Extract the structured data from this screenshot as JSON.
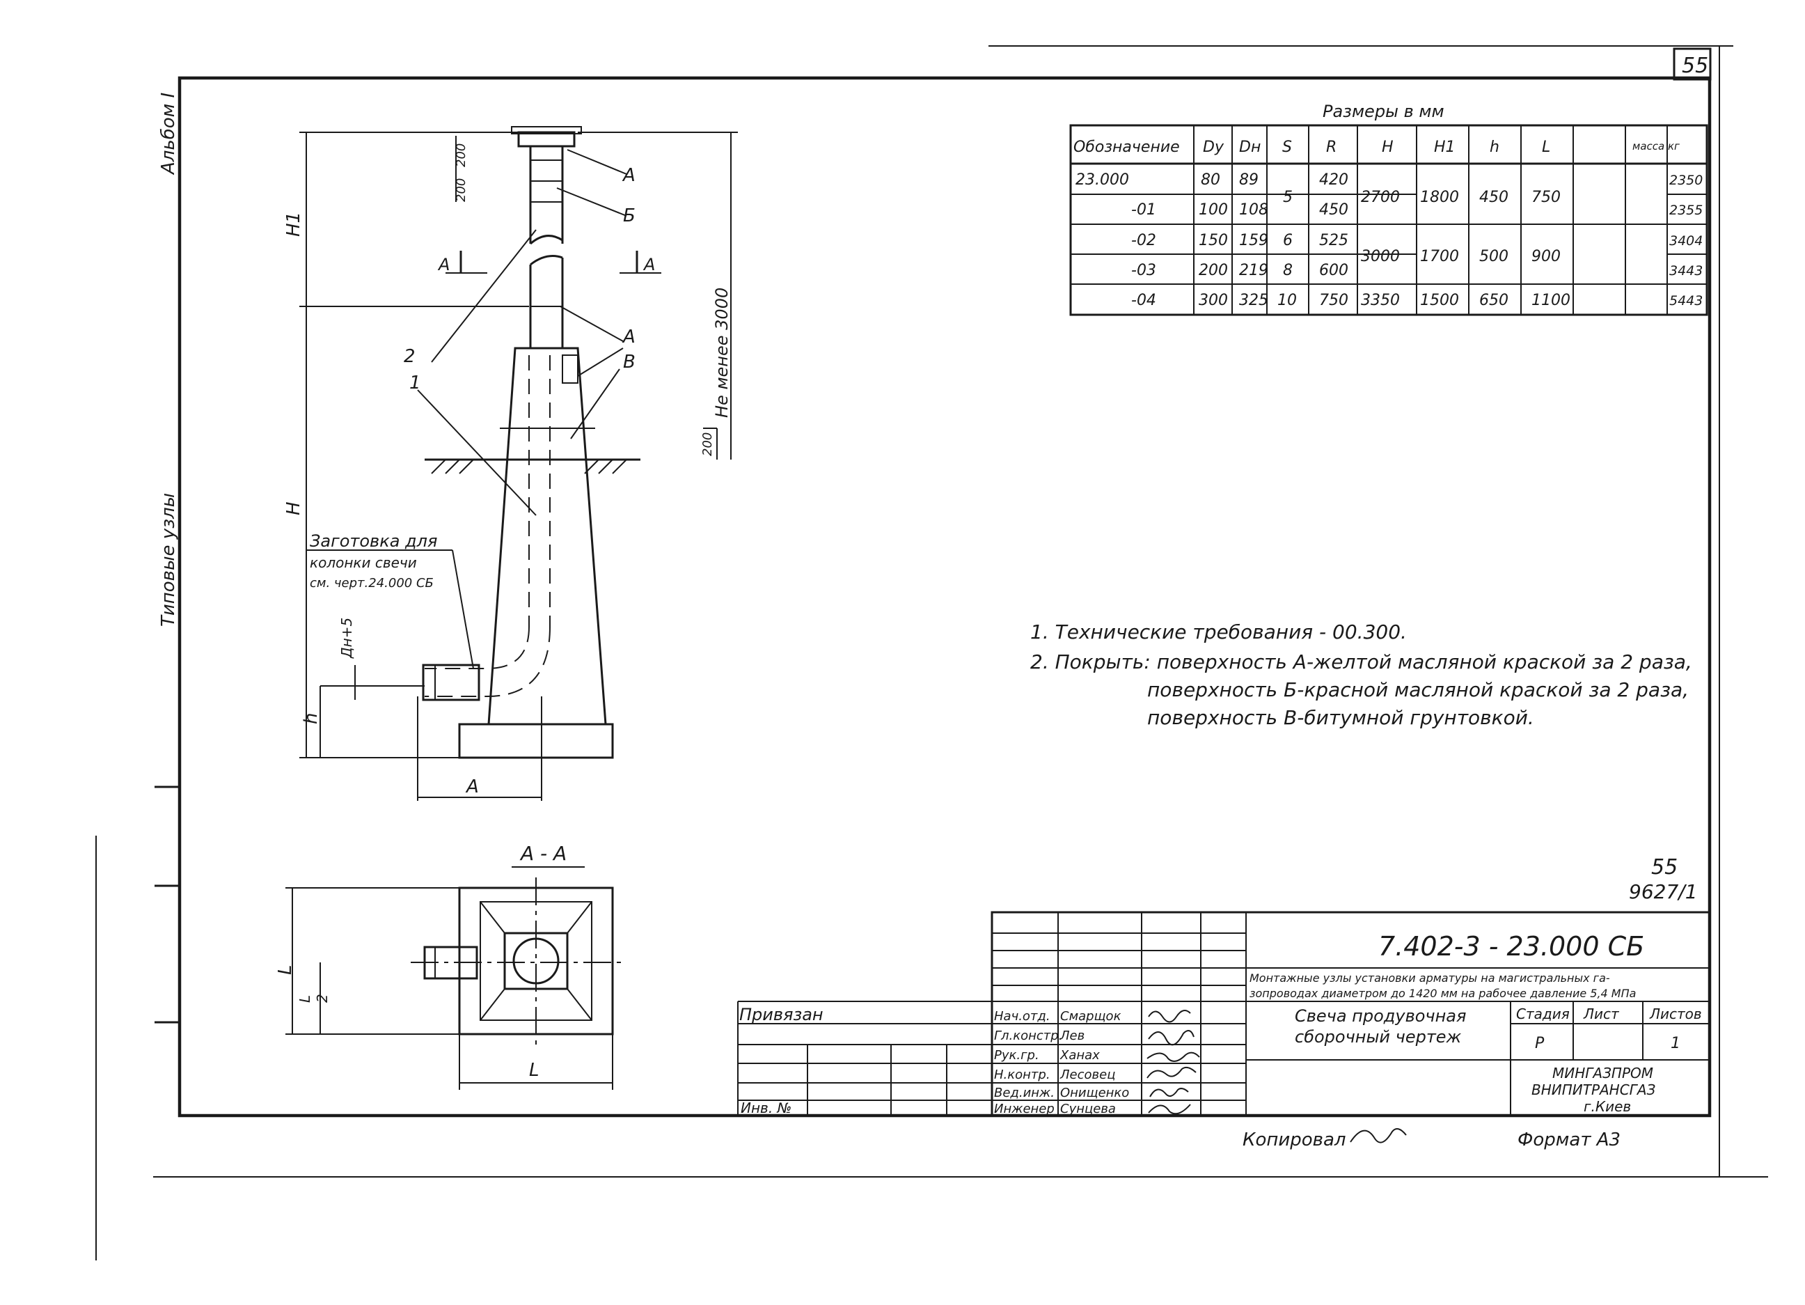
{
  "page_number": "55",
  "side_labels": {
    "album": "Альбом I",
    "section": "Типовые узлы"
  },
  "drawing_labels": {
    "h1": "H1",
    "h": "H",
    "h_small": "h",
    "dim_200_top": "200",
    "dim_200_mid": "200",
    "dim_min_3000": "Не менее 3000",
    "dim_dn5": "Дн+5",
    "dim_a": "A",
    "dim_200_ground": "200",
    "callout_a1": "А",
    "callout_b1": "Б",
    "callout_a2": "А",
    "callout_v": "В",
    "callout_2": "2",
    "callout_1": "1",
    "section_mark_left": "А",
    "section_mark_right": "А",
    "blank_note_line1": "Заготовка для",
    "blank_note_line2": "колонки свечи",
    "blank_note_line3": "см. черт.24.000 СБ",
    "section_title": "А - А",
    "plan_dim_l": "L",
    "plan_dim_l_half": "L",
    "plan_dim_2": "2",
    "plan_dim_bottom_l": "L"
  },
  "dims_table": {
    "caption": "Размеры в мм",
    "headers": [
      "Обозначение",
      "Dy",
      "Dн",
      "S",
      "R",
      "H",
      "H1",
      "h",
      "L",
      "масса кг"
    ],
    "rows": [
      [
        "23.000",
        "80",
        "89",
        "",
        "420",
        "",
        "",
        "",
        "",
        "2350"
      ],
      [
        "-01",
        "100",
        "108",
        "",
        "450",
        "",
        "",
        "",
        "",
        "2355"
      ],
      [
        "-02",
        "150",
        "159",
        "",
        "525",
        "",
        "",
        "",
        "",
        "3404"
      ],
      [
        "-03",
        "200",
        "219",
        "8",
        "600",
        "",
        "",
        "",
        "",
        "3443"
      ],
      [
        "-04",
        "300",
        "325",
        "10",
        "750",
        "3350",
        "1500",
        "650",
        "1100",
        "5443"
      ]
    ],
    "merged": {
      "s_rows_0_1": "5",
      "s_row_2": "6",
      "h_rows_0_1": "2700",
      "h1_rows_0_1": "1800",
      "hh_rows_0_1": "450",
      "l_rows_0_1": "750",
      "h_rows_2_3": "3000",
      "h1_rows_2_3": "1700",
      "hh_rows_2_3": "500",
      "l_rows_2_3": "900"
    }
  },
  "notes": {
    "line1": "1. Технические требования - 00.300.",
    "line2": "2. Покрыть: поверхность А-желтой масляной краской за 2 раза,",
    "line3": "поверхность Б-красной масляной краской за 2 раза,",
    "line4": "поверхность В-битумной грунтовкой."
  },
  "stamp_ref": {
    "number": "55",
    "code": "9627/1"
  },
  "title_block": {
    "doc_code": "7.402-3 - 23.000 СБ",
    "project_title_line1": "Монтажные узлы установки арматуры на магистральных га-",
    "project_title_line2": "зопроводах диаметром до 1420 мм на рабочее давление 5,4 МПа",
    "sheet_title_line1": "Свеча продувочная",
    "sheet_title_line2": "сборочный чертеж",
    "stage_label": "Стадия",
    "sheet_label": "Лист",
    "sheets_label": "Листов",
    "stage_value": "Р",
    "sheets_value": "1",
    "org_line1": "МИНГАЗПРОМ",
    "org_line2": "ВНИПИТРАНСГАЗ",
    "org_line3": "г.Киев",
    "tied_label": "Привязан",
    "inv_label": "Инв. №",
    "signatures": [
      {
        "role": "Нач.отд.",
        "name": "Смарщок"
      },
      {
        "role": "Гл.констр.",
        "name": "Лев"
      },
      {
        "role": "Рук.гр.",
        "name": "Ханах"
      },
      {
        "role": "Н.контр.",
        "name": "Лесовец"
      },
      {
        "role": "Вед.инж.",
        "name": "Онищенко"
      },
      {
        "role": "Инженер",
        "name": "Сунцева"
      }
    ]
  },
  "footer": {
    "copied": "Копировал",
    "format": "Формат А3"
  }
}
